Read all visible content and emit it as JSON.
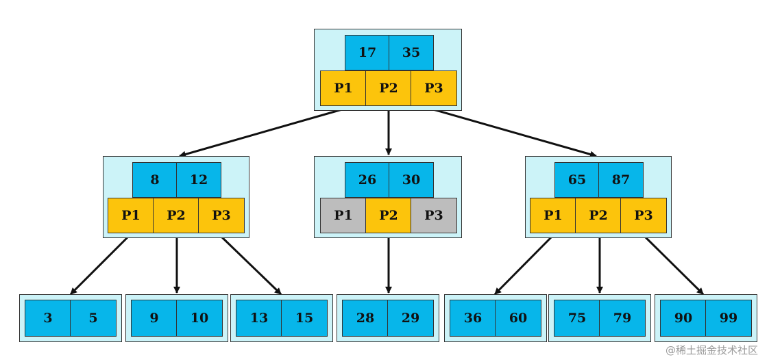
{
  "tree": {
    "root": {
      "keys": [
        "17",
        "35"
      ],
      "pointers": [
        "P1",
        "P2",
        "P3"
      ]
    },
    "internal": [
      {
        "keys": [
          "8",
          "12"
        ],
        "pointers": [
          "P1",
          "P2",
          "P3"
        ],
        "inactive": []
      },
      {
        "keys": [
          "26",
          "30"
        ],
        "pointers": [
          "P1",
          "P2",
          "P3"
        ],
        "inactive": [
          0,
          2
        ]
      },
      {
        "keys": [
          "65",
          "87"
        ],
        "pointers": [
          "P1",
          "P2",
          "P3"
        ],
        "inactive": []
      }
    ],
    "leaves": [
      [
        "3",
        "5"
      ],
      [
        "9",
        "10"
      ],
      [
        "13",
        "15"
      ],
      [
        "28",
        "29"
      ],
      [
        "36",
        "60"
      ],
      [
        "75",
        "79"
      ],
      [
        "90",
        "99"
      ]
    ]
  },
  "colors": {
    "frame": "#ccf3f8",
    "key": "#07b6ea",
    "pointer": "#fcc40c",
    "pointer_inactive": "#bdbdbd",
    "edge": "#111111"
  },
  "watermark": "@稀土掘金技术社区"
}
